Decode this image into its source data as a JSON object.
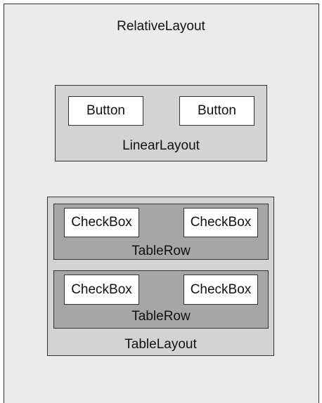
{
  "relative_layout": {
    "label": "RelativeLayout"
  },
  "linear_layout": {
    "label": "LinearLayout",
    "buttons": [
      "Button",
      "Button"
    ]
  },
  "table_layout": {
    "label": "TableLayout",
    "rows": [
      {
        "label": "TableRow",
        "checkboxes": [
          "CheckBox",
          "CheckBox"
        ]
      },
      {
        "label": "TableRow",
        "checkboxes": [
          "CheckBox",
          "CheckBox"
        ]
      }
    ]
  }
}
